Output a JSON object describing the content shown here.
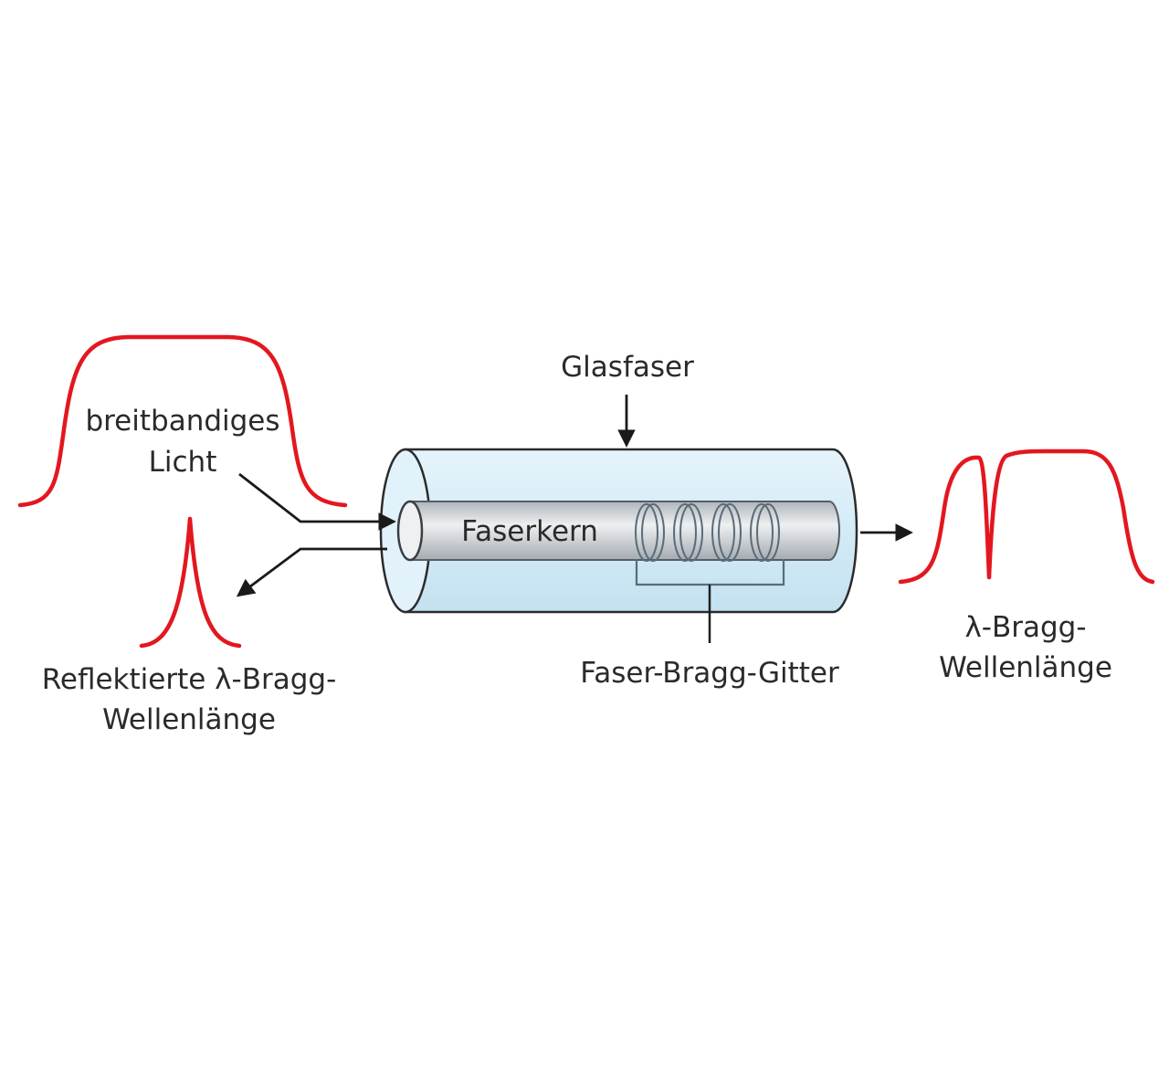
{
  "labels": {
    "glasfaser": "Glasfaser",
    "broadband_line1": "breitbandiges",
    "broadband_line2": "Licht",
    "faserkern": "Faserkern",
    "reflected_line1": "Reflektierte λ-Bragg-",
    "reflected_line2": "Wellenlänge",
    "grating": "Faser-Bragg-Gitter",
    "transmitted_line1": "λ-Bragg-",
    "transmitted_line2": "Wellenlänge"
  },
  "colors": {
    "spectrum": "#e3171f",
    "fiber_fill": "#d8eef8",
    "fiber_stroke": "#222222",
    "core_fill": "#c9cfd4",
    "core_highlight": "#f1f3f4",
    "grating_stroke": "#5b6b78",
    "arrow": "#1a1a1a"
  }
}
